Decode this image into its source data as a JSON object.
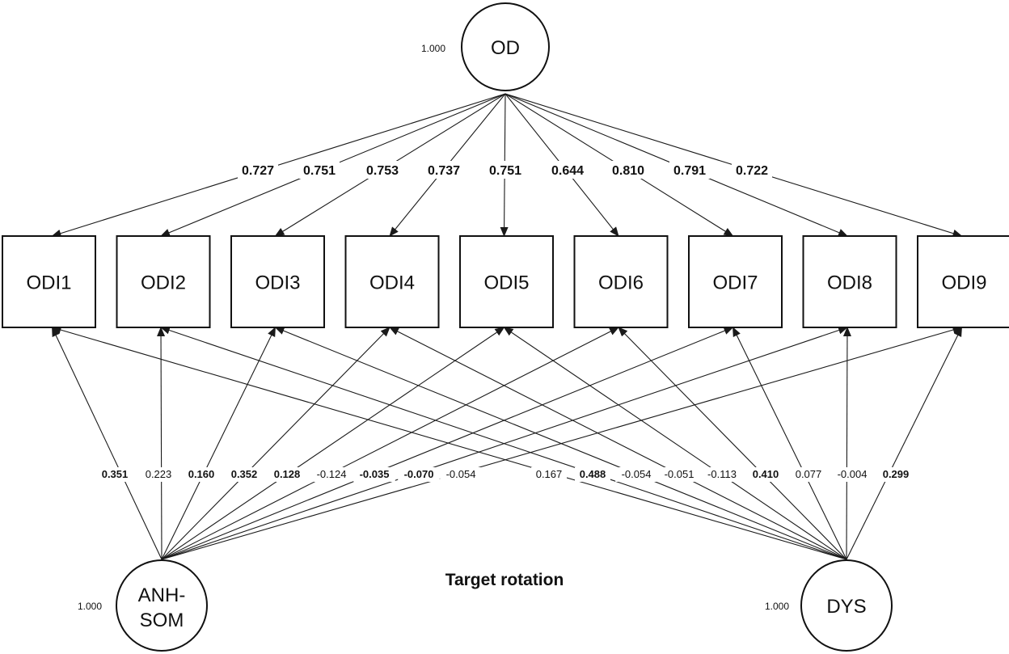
{
  "title": "Target rotation",
  "factors": [
    {
      "id": "OD",
      "lines": [
        "OD"
      ],
      "variance": "1.000"
    },
    {
      "id": "ANHSOM",
      "lines": [
        "ANH-",
        "SOM"
      ],
      "variance": "1.000"
    },
    {
      "id": "DYS",
      "lines": [
        "DYS"
      ],
      "variance": "1.000"
    }
  ],
  "indicators": [
    "ODI1",
    "ODI2",
    "ODI3",
    "ODI4",
    "ODI5",
    "ODI6",
    "ODI7",
    "ODI8",
    "ODI9"
  ],
  "od_loadings": [
    "0.727",
    "0.751",
    "0.753",
    "0.737",
    "0.751",
    "0.644",
    "0.810",
    "0.791",
    "0.722"
  ],
  "anhsom_loadings": [
    {
      "value": "0.351",
      "bold": true
    },
    {
      "value": "0.223",
      "bold": false
    },
    {
      "value": "0.160",
      "bold": true
    },
    {
      "value": "0.352",
      "bold": true
    },
    {
      "value": "0.128",
      "bold": true
    },
    {
      "value": "-0.124",
      "bold": false
    },
    {
      "value": "-0.035",
      "bold": true
    },
    {
      "value": "-0.070",
      "bold": true
    },
    {
      "value": "-0.054",
      "bold": false
    }
  ],
  "dys_loadings": [
    {
      "value": "0.167",
      "bold": false
    },
    {
      "value": "0.488",
      "bold": true
    },
    {
      "value": "-0.054",
      "bold": false
    },
    {
      "value": "-0.051",
      "bold": false
    },
    {
      "value": "-0.113",
      "bold": false
    },
    {
      "value": "0.410",
      "bold": true
    },
    {
      "value": "0.077",
      "bold": false
    },
    {
      "value": "-0.004",
      "bold": false
    },
    {
      "value": "0.299",
      "bold": true
    }
  ]
}
